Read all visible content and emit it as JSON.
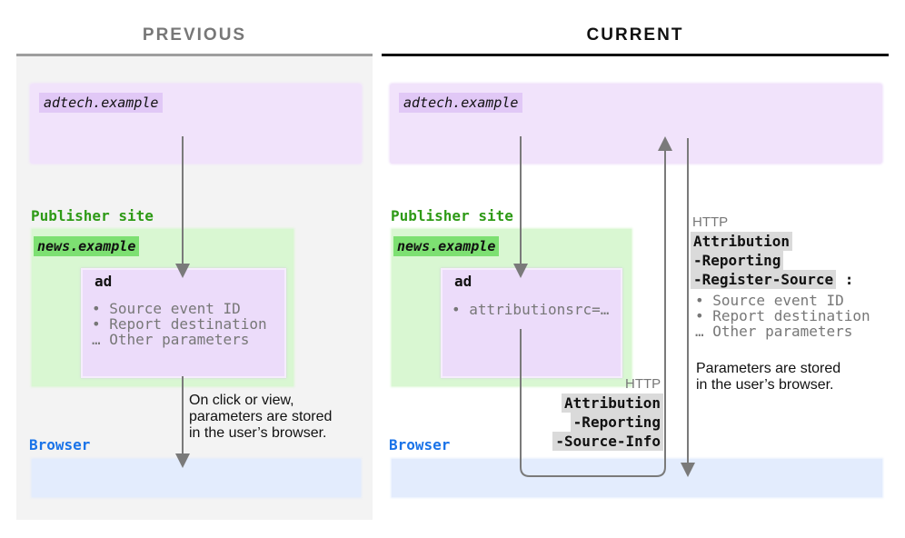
{
  "columns": {
    "previous_title": "PREVIOUS",
    "current_title": "CURRENT"
  },
  "previous": {
    "adtech_label": "adtech.example",
    "publisher_label": "Publisher site",
    "news_label": "news.example",
    "ad_title": "ad",
    "ad_lines": [
      "• Source event ID",
      "• Report destination",
      "… Other parameters"
    ],
    "caption_lines": [
      "On click or view,",
      "parameters are stored",
      "in the user’s browser."
    ],
    "browser_label": "Browser"
  },
  "current": {
    "adtech_label": "adtech.example",
    "publisher_label": "Publisher site",
    "news_label": "news.example",
    "ad_title": "ad",
    "ad_line": "• attributionsrc=…",
    "response": {
      "http_label": "HTTP",
      "header_lines": [
        "Attribution",
        "-Reporting",
        "-Register-Source"
      ],
      "colon": ":",
      "params": [
        "• Source event ID",
        "• Report destination",
        "… Other parameters"
      ],
      "caption_lines": [
        "Parameters are stored",
        "in the user’s browser."
      ]
    },
    "request": {
      "http_label": "HTTP",
      "header_lines": [
        "Attribution",
        "-Reporting",
        "-Source-Info"
      ]
    },
    "browser_label": "Browser"
  },
  "colors": {
    "publisher_green": "#2e9a16",
    "browser_blue": "#1a73e8",
    "arrow_gray": "#7a7a7a",
    "adtech_purple": "#f1e3fb",
    "header_gray": "#dadada"
  }
}
